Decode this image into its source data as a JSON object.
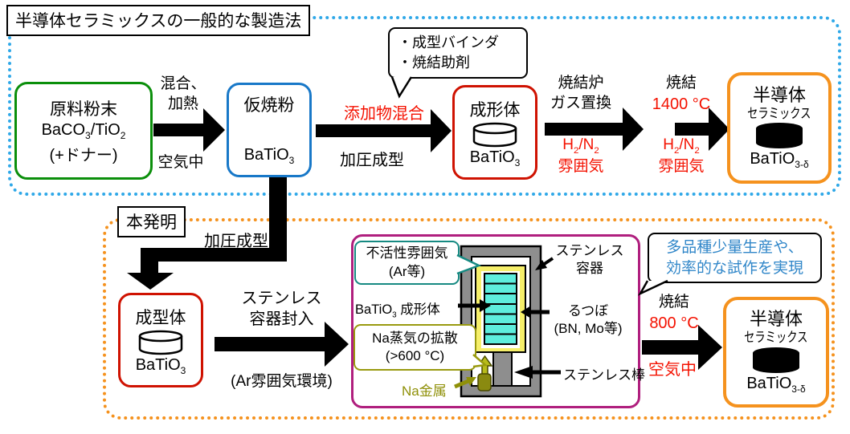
{
  "colors": {
    "general_dotted_border": "#2fa8e8",
    "invention_dotted_border": "#f5921e",
    "raw_powder_green": "#0b8f0b",
    "calcined_blue": "#1878c8",
    "compact_red_border": "#cf1201",
    "accent_red_text": "#f41100",
    "semiconductor_orange": "#f5921e",
    "apparatus_purple": "#b01f7e",
    "inert_teal": "#168a82",
    "na_olive": "#999a0f",
    "benefit_blue_text": "#3187c9",
    "slab_cyan": "#5eeedd",
    "crucible_yellow": "#f6ef69",
    "steel_gray": "#8e8e8e"
  },
  "general": {
    "title": "半導体セラミックスの一般的な製造法",
    "raw_box": {
      "line1": "原料粉末",
      "formula": [
        {
          "t": "BaCO"
        },
        {
          "s": "3"
        },
        {
          "t": "/TiO"
        },
        {
          "s": "2"
        }
      ],
      "line3": "(+ドナー)"
    },
    "arrow_mix": {
      "top1": "混合、",
      "top2": "加熱",
      "bottom": "空気中"
    },
    "calcined_box": {
      "title": "仮焼粉",
      "formula": [
        {
          "t": "BaTiO"
        },
        {
          "s": "3"
        }
      ]
    },
    "arrow_additive": {
      "top": "添加物混合",
      "bottom": "加圧成型"
    },
    "additives_callout": {
      "line1": "・成型バインダ",
      "line2": "・焼結助剤"
    },
    "formed_box": {
      "title": "成形体",
      "formula": [
        {
          "t": "BaTiO"
        },
        {
          "s": "3"
        }
      ]
    },
    "arrow_furnace": {
      "top1": "焼結炉",
      "top2": "ガス置換",
      "gas": [
        {
          "t": "H"
        },
        {
          "s": "2"
        },
        {
          "t": "/N"
        },
        {
          "s": "2"
        }
      ],
      "bottom2": "雰囲気"
    },
    "arrow_sinter": {
      "top1": "焼結",
      "top2": "1400 °C",
      "gas": [
        {
          "t": "H"
        },
        {
          "s": "2"
        },
        {
          "t": "/N"
        },
        {
          "s": "2"
        }
      ],
      "bottom2": "雰囲気"
    },
    "semiconductor_box": {
      "line1": "半導体",
      "line2": "セラミックス",
      "formula": [
        {
          "t": "BaTiO"
        },
        {
          "s": "3-δ"
        }
      ]
    }
  },
  "invention": {
    "label": "本発明",
    "press_label": "加圧成型",
    "molded_box": {
      "title": "成型体",
      "formula": [
        {
          "t": "BaTiO"
        },
        {
          "s": "3"
        }
      ]
    },
    "arrow_seal": {
      "top1": "ステンレス",
      "top2": "容器封入",
      "bottom": "(Ar雰囲気環境)"
    },
    "apparatus": {
      "inert_callout": {
        "line1": "不活性雰囲気",
        "line2": "(Ar等)"
      },
      "compact_label": [
        {
          "t": "BaTiO"
        },
        {
          "s": "3"
        },
        {
          "t": " 成形体"
        }
      ],
      "na_callout": {
        "line1": "Na蒸気の拡散",
        "line2": "(>600 °C)"
      },
      "na_metal_label": "Na金属",
      "container_label": {
        "line1": "ステンレス",
        "line2": "容器"
      },
      "crucible_label": {
        "line1": "るつぼ",
        "line2": "(BN, Mo等)"
      },
      "rod_label": "ステンレス棒"
    },
    "benefit_callout": {
      "line1": "多品種少量生産や、",
      "line2": "効率的な試作を実現"
    },
    "arrow_sinter": {
      "top1": "焼結",
      "top2": "800 °C",
      "bottom": "空気中"
    },
    "semiconductor_box": {
      "line1": "半導体",
      "line2": "セラミックス",
      "formula": [
        {
          "t": "BaTiO"
        },
        {
          "s": "3-δ"
        }
      ]
    }
  }
}
